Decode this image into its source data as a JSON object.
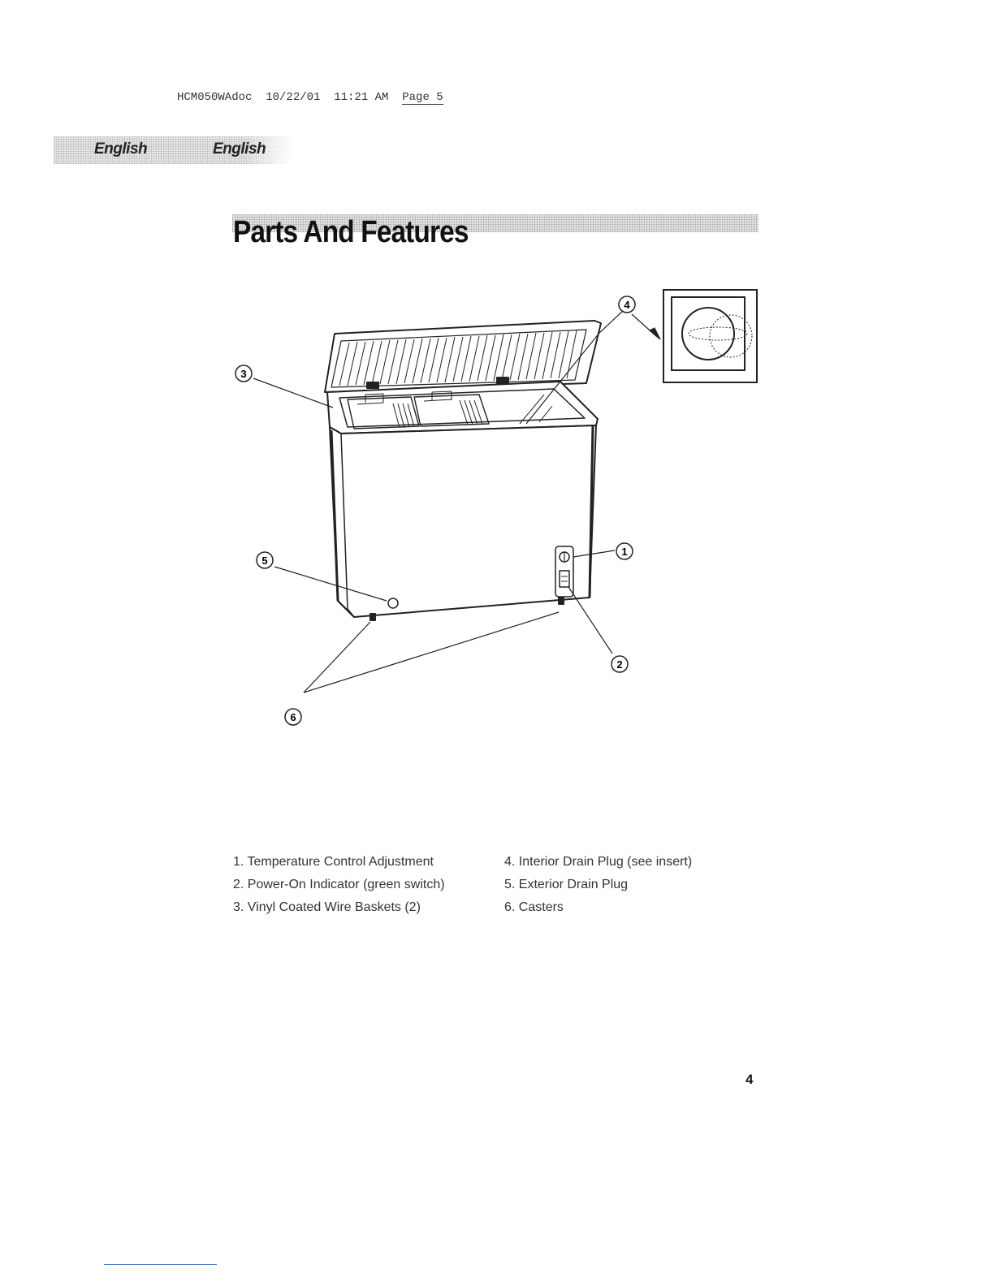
{
  "header": {
    "file_line": "HCM050WAdoc  10/22/01  11:21 AM  ",
    "page_ref": "Page 5"
  },
  "language_tabs": [
    "English",
    "English"
  ],
  "title": "Parts And Features",
  "diagram": {
    "callouts": [
      "1",
      "2",
      "3",
      "4",
      "5",
      "6"
    ]
  },
  "parts": [
    "1. Temperature Control Adjustment",
    "2. Power-On Indicator (green switch)",
    "3. Vinyl Coated Wire Baskets (2)",
    "4. Interior Drain Plug (see insert)",
    "5. Exterior Drain Plug",
    "6. Casters"
  ],
  "page_number": "4"
}
